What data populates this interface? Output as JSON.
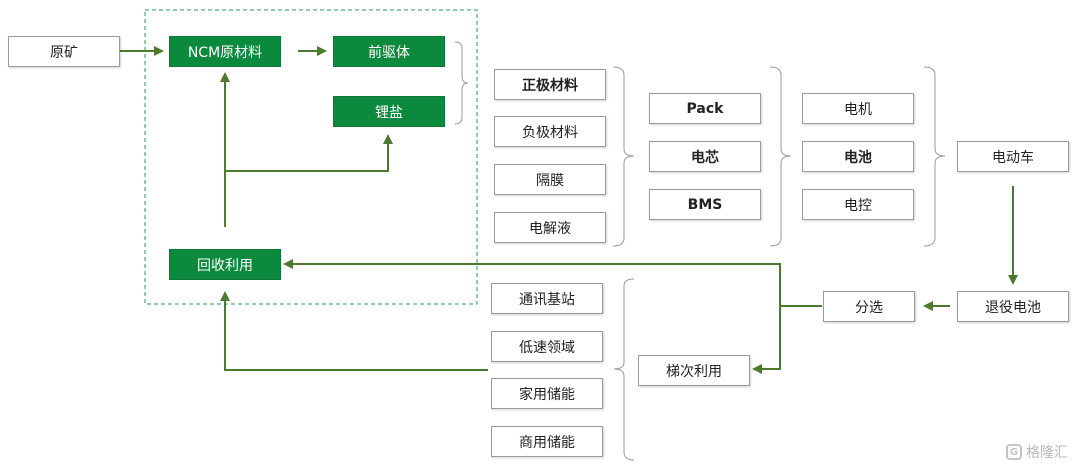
{
  "colors": {
    "accent": "#0b8a3e",
    "arrow": "#4d7a2e",
    "dashed_border": "#2e9b57"
  },
  "nodes": {
    "raw_ore": "原矿",
    "ncm_material": "NCM原材料",
    "precursor": "前驱体",
    "lithium_salt": "锂盐",
    "recycling": "回收利用",
    "cathode": "正极材料",
    "anode": "负极材料",
    "separator": "隔膜",
    "electrolyte": "电解液",
    "pack": "Pack",
    "cell": "电芯",
    "bms": "BMS",
    "motor": "电机",
    "battery": "电池",
    "controller": "电控",
    "ev": "电动车",
    "retired_battery": "退役电池",
    "sorting": "分选",
    "cascade_use": "梯次利用",
    "base_station": "通讯基站",
    "low_speed": "低速领域",
    "home_storage": "家用储能",
    "commercial_storage": "商用储能"
  },
  "watermark": {
    "text": "格隆汇",
    "icon": "G"
  }
}
